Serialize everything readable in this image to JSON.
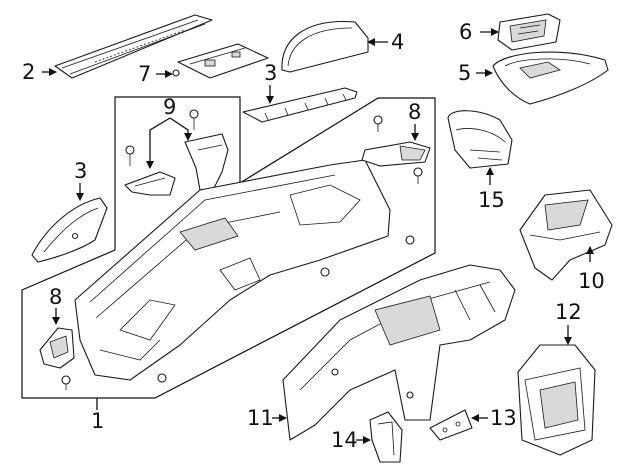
{
  "diagram": {
    "callouts": [
      {
        "id": "c1",
        "label": "1"
      },
      {
        "id": "c2",
        "label": "2"
      },
      {
        "id": "c3a",
        "label": "3"
      },
      {
        "id": "c3b",
        "label": "3"
      },
      {
        "id": "c4",
        "label": "4"
      },
      {
        "id": "c5",
        "label": "5"
      },
      {
        "id": "c6",
        "label": "6"
      },
      {
        "id": "c7",
        "label": "7"
      },
      {
        "id": "c8a",
        "label": "8"
      },
      {
        "id": "c8b",
        "label": "8"
      },
      {
        "id": "c9",
        "label": "9"
      },
      {
        "id": "c10",
        "label": "10"
      },
      {
        "id": "c11",
        "label": "11"
      },
      {
        "id": "c12",
        "label": "12"
      },
      {
        "id": "c13",
        "label": "13"
      },
      {
        "id": "c14",
        "label": "14"
      },
      {
        "id": "c15",
        "label": "15"
      }
    ]
  }
}
